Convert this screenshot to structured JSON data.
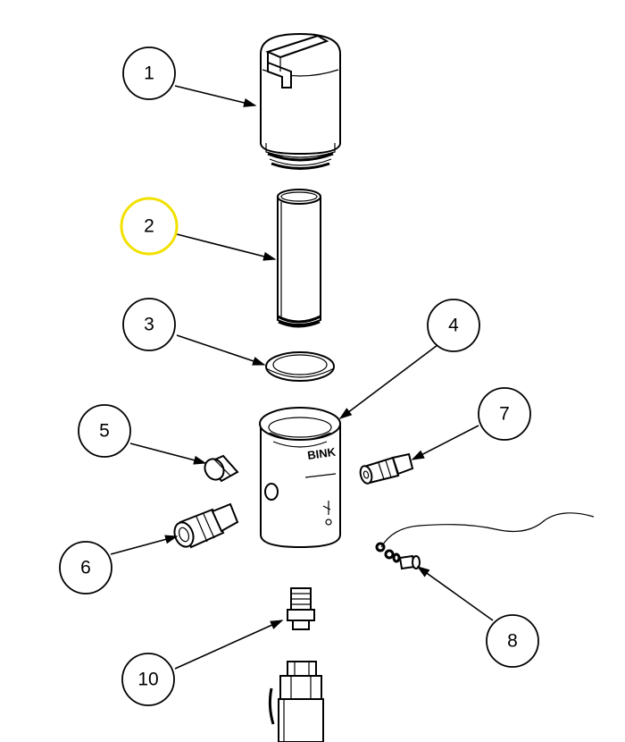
{
  "diagram": {
    "callouts": [
      {
        "id": "1",
        "label": "1"
      },
      {
        "id": "2",
        "label": "2"
      },
      {
        "id": "3",
        "label": "3"
      },
      {
        "id": "4",
        "label": "4"
      },
      {
        "id": "5",
        "label": "5"
      },
      {
        "id": "6",
        "label": "6"
      },
      {
        "id": "7",
        "label": "7"
      },
      {
        "id": "8",
        "label": "8"
      },
      {
        "id": "10",
        "label": "10"
      }
    ],
    "highlighted_callout": "2",
    "highlight_color": "#f2e100",
    "body_marking": "BINK"
  }
}
